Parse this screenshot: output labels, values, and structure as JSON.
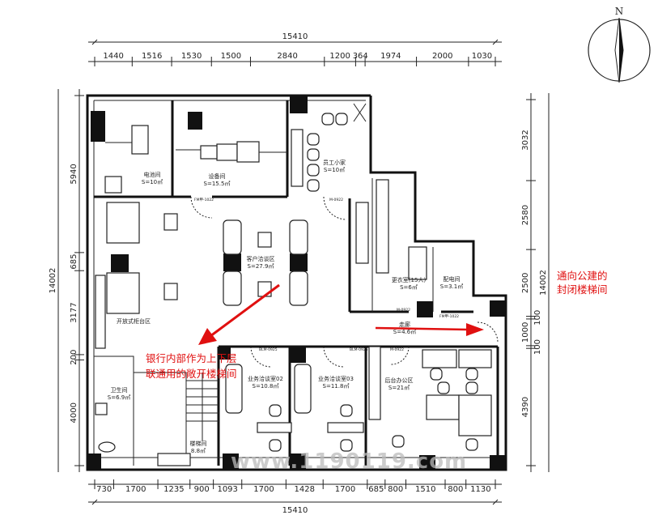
{
  "compass": {
    "north_label": "N"
  },
  "dimensions": {
    "top_total": "15410",
    "top_segments": [
      "1440",
      "1516",
      "1530",
      "1500",
      "2840",
      "1200",
      "364",
      "1974",
      "2000",
      "1030"
    ],
    "bottom_total": "15410",
    "bottom_segments": [
      "730",
      "1700",
      "1235",
      "900",
      "1093",
      "1700",
      "1428",
      "1700",
      "685",
      "800",
      "1510",
      "800",
      "1130"
    ],
    "left_total": "14002",
    "left_segments": [
      "5940",
      "685",
      "3177",
      "200",
      "4000"
    ],
    "right_total": "14002",
    "right_segments": [
      "3032",
      "2580",
      "2500",
      "100",
      "1000",
      "100",
      "4390"
    ]
  },
  "rooms": {
    "battery": {
      "name": "电池间",
      "area": "S=10㎡"
    },
    "equipment": {
      "name": "设备间",
      "area": "S=15.5㎡"
    },
    "staff": {
      "name": "员工小家",
      "area": "S=10㎡"
    },
    "lounge": {
      "name": "客户洽谈区",
      "area": "S=27.9㎡"
    },
    "locker": {
      "name": "更衣室(15人)",
      "area": "S=6㎡"
    },
    "power": {
      "name": "配电间",
      "area": "S=3.1㎡"
    },
    "corridor": {
      "name": "走廊",
      "area": "S=4.6㎡"
    },
    "counter": {
      "name": "开放式柜台区"
    },
    "toilet": {
      "name": "卫生间",
      "area": "S=6.9㎡"
    },
    "stair": {
      "name": "楼梯间",
      "area": "8.8㎡"
    },
    "meeting02": {
      "name": "业务洽谈室02",
      "area": "S=10.8㎡"
    },
    "meeting03": {
      "name": "业务洽谈室03",
      "area": "S=11.8㎡"
    },
    "backoffice": {
      "name": "后台办公区",
      "area": "S=21㎡"
    }
  },
  "doors": {
    "fire_door": "FM甲-1022",
    "m0922_a": "M-0922",
    "m0922_b": "M-0922",
    "blm_a": "BLM-0925",
    "blm_b": "BLM-0925",
    "m0922_c": "M-0922",
    "fire_door_b": "FM甲-1022"
  },
  "annotations": {
    "open_stair_line1": "银行内部作为上下层",
    "open_stair_line2": "联通用的敞开楼梯间",
    "closed_stair_line1": "通向公建的",
    "closed_stair_line2": "封闭楼梯间",
    "arrow_color": "#e01010"
  },
  "watermark": "www.1190119.com"
}
